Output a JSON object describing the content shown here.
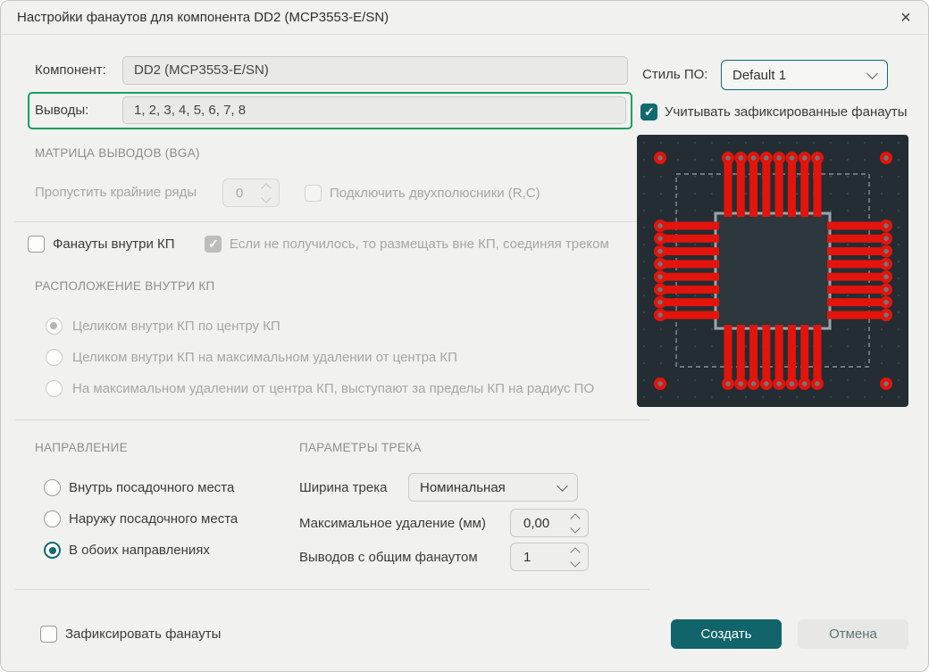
{
  "window": {
    "title": "Настройки фанаутов для компонента DD2 (MCP3553-E/SN)",
    "close": "×"
  },
  "component": {
    "label": "Компонент:",
    "value": "DD2 (MCP3553-E/SN)"
  },
  "pins": {
    "label": "Выводы:",
    "value": "1, 2, 3, 4, 5, 6, 7, 8"
  },
  "style_po": {
    "label": "Стиль ПО:",
    "value": "Default 1"
  },
  "consider_fixed": {
    "label": "Учитывать зафиксированные фанауты",
    "checked": true
  },
  "bga": {
    "heading": "МАТРИЦА ВЫВОДОВ (BGA)",
    "skip_label": "Пропустить крайние ряды",
    "skip_value": "0",
    "rc_label": "Подключить двухполюсники (R,C)"
  },
  "inside": {
    "fanouts_label": "Фанауты внутри КП",
    "fallback_label": "Если не получилось, то размещать вне КП, соединяя треком",
    "heading": "РАСПОЛОЖЕНИЕ ВНУТРИ КП",
    "options": [
      "Целиком внутри КП по центру КП",
      "Целиком внутри КП на максимальном удалении от центра КП",
      "На максимальном удалении от центра КП, выступают за пределы КП на радиус ПО"
    ],
    "selected_index": 0
  },
  "direction": {
    "heading": "НАПРАВЛЕНИЕ",
    "options": [
      "Внутрь посадочного места",
      "Наружу посадочного места",
      "В обоих направлениях"
    ],
    "selected_index": 2
  },
  "track": {
    "heading": "ПАРАМЕТРЫ ТРЕКА",
    "width_label": "Ширина трека",
    "width_value": "Номинальная",
    "max_label": "Максимальное удаление (мм)",
    "max_value": "0,00",
    "shared_label": "Выводов с общим фанаутом",
    "shared_value": "1"
  },
  "fix_fanouts_label": "Зафиксировать фанауты",
  "buttons": {
    "create": "Создать",
    "cancel": "Отмена"
  },
  "colors": {
    "accent": "#0f6b6e",
    "highlight_green": "#17a15b",
    "pad_red": "#e3140b",
    "preview_bg": "#232d33",
    "create_button": "#10646a"
  },
  "preview": {
    "pads_per_side": 8
  }
}
